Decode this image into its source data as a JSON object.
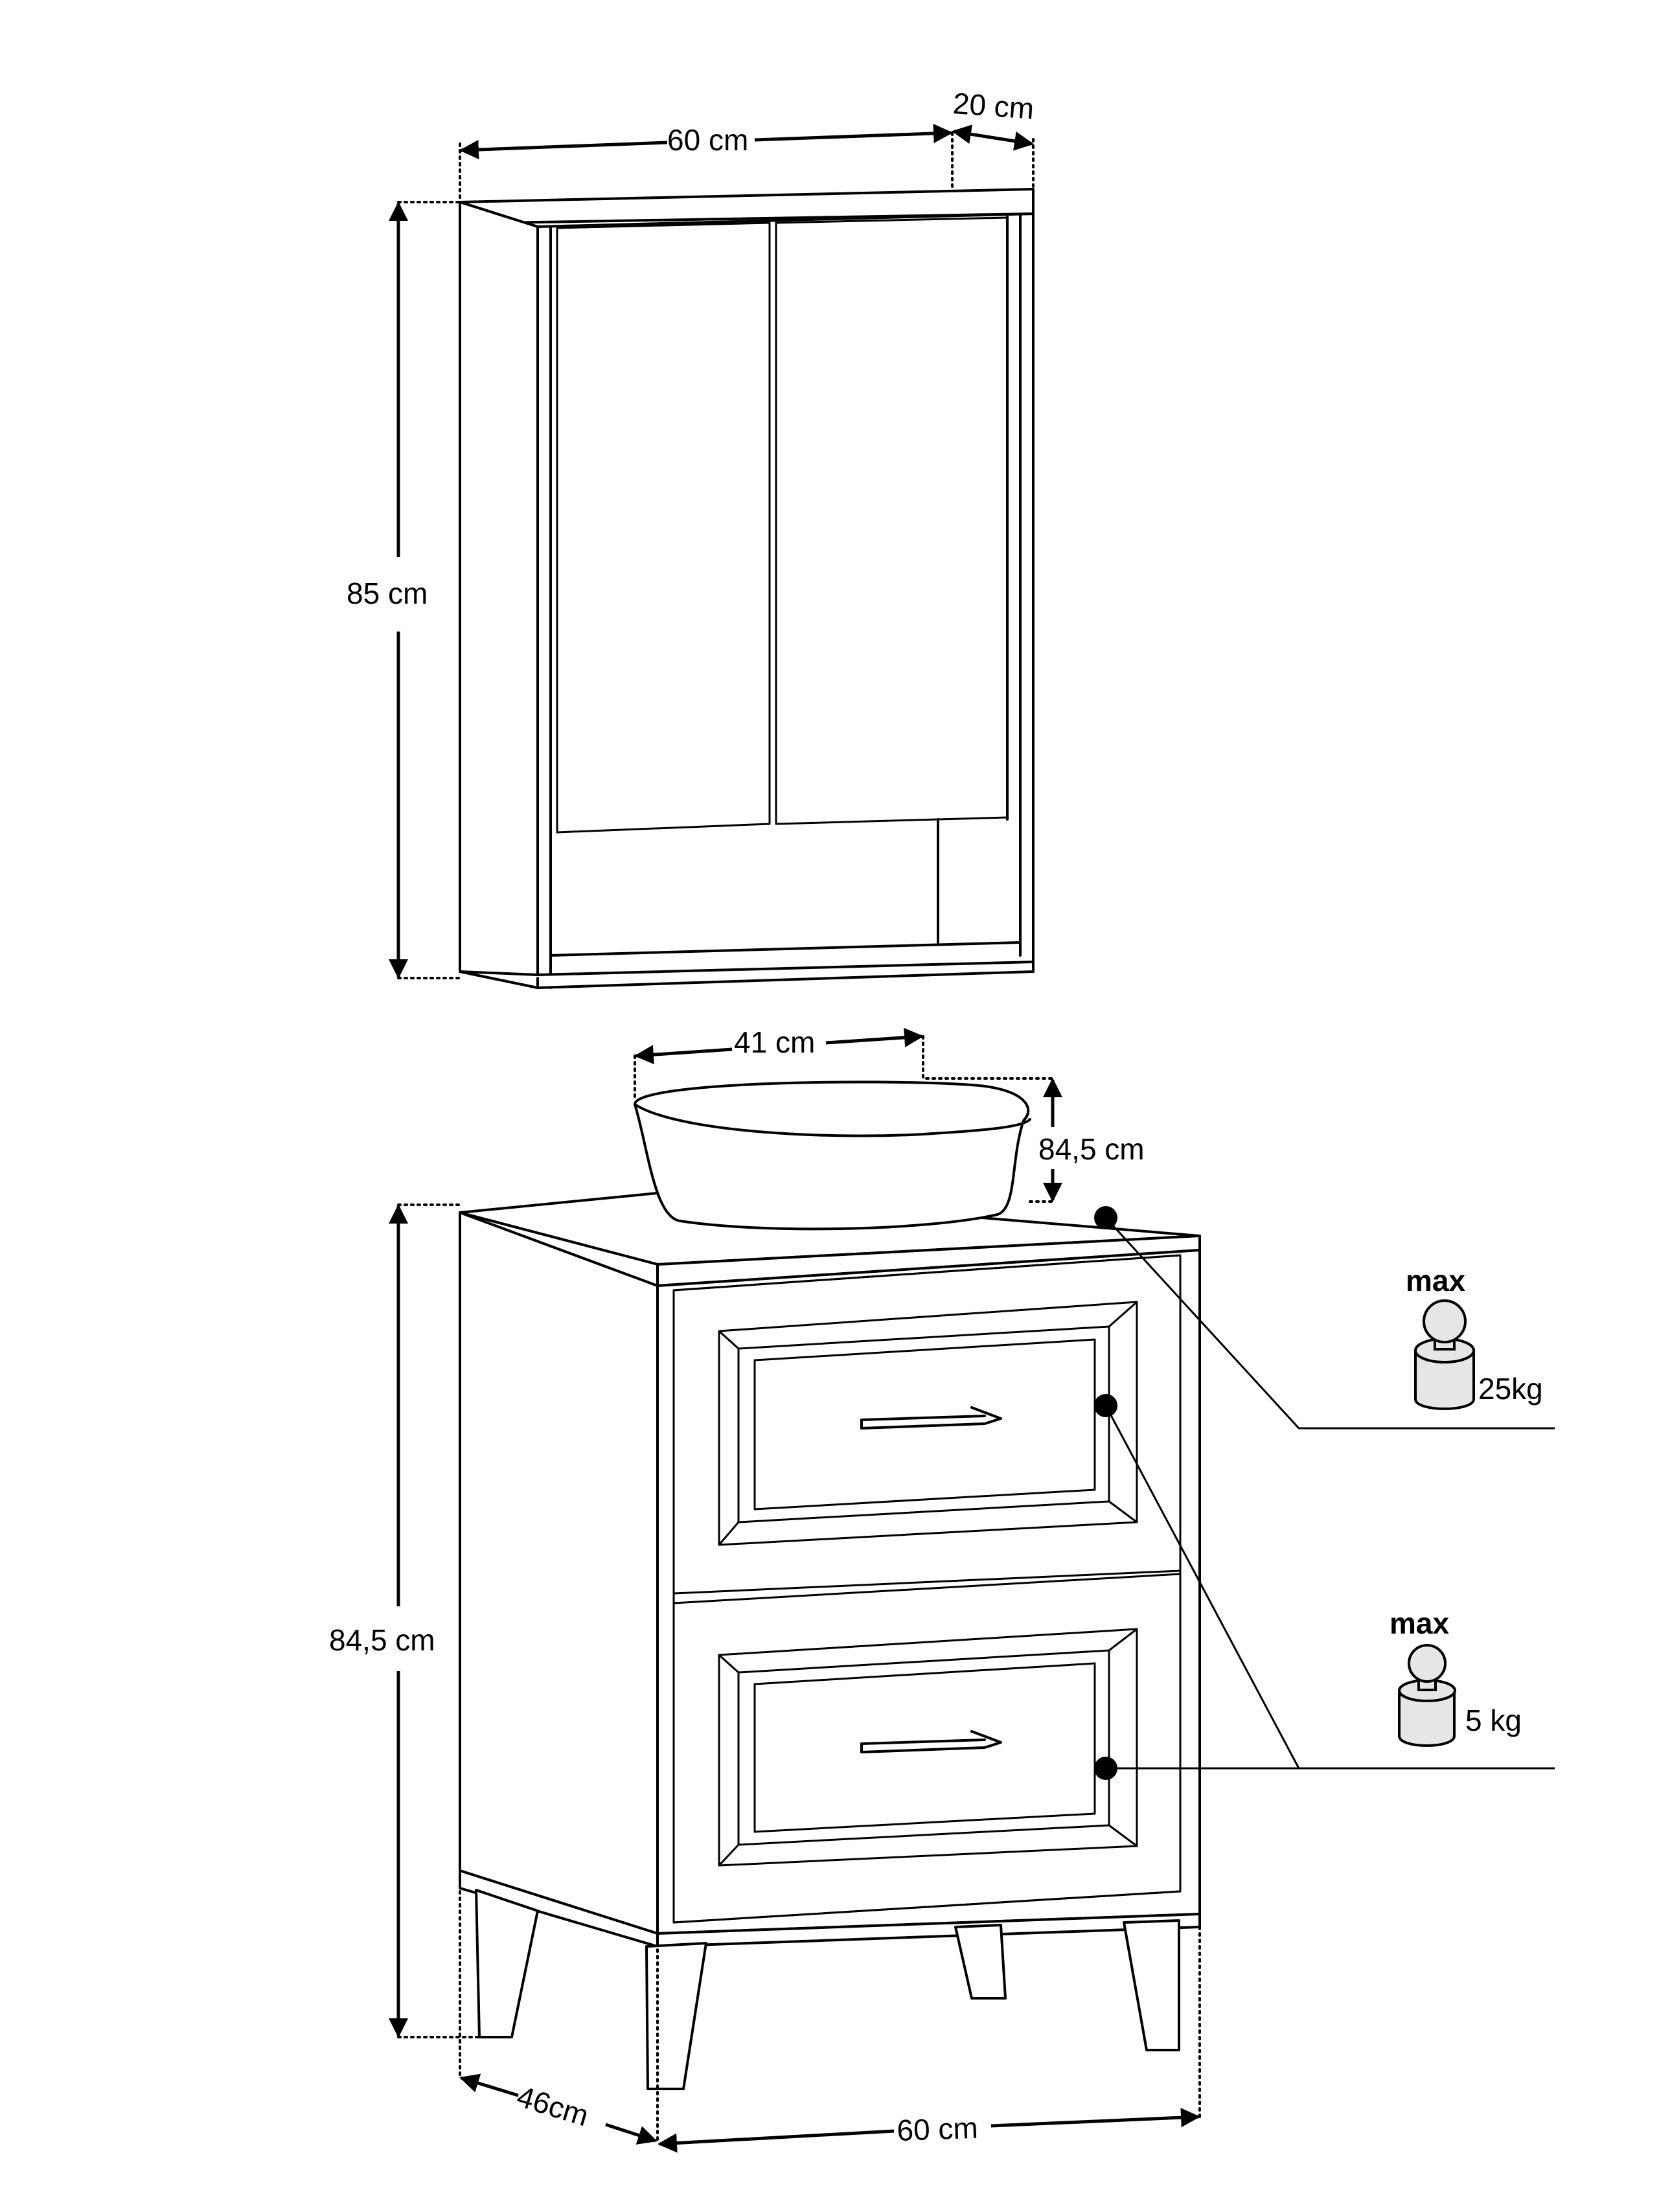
{
  "dimensions": {
    "wall_cabinet_width": "60 cm",
    "wall_cabinet_depth": "20 cm",
    "wall_cabinet_height": "85 cm",
    "basin_width": "41 cm",
    "basin_top_height": "84,5 cm",
    "vanity_height": "84,5 cm",
    "vanity_depth": "46cm",
    "vanity_width": "60 cm"
  },
  "load_limits": {
    "top": {
      "label": "max",
      "weight": "25kg"
    },
    "drawer": {
      "label": "max",
      "weight": "5 kg"
    }
  },
  "colors": {
    "line": "#000000",
    "weight_fill": "#e6e6e6",
    "background": "#ffffff"
  }
}
